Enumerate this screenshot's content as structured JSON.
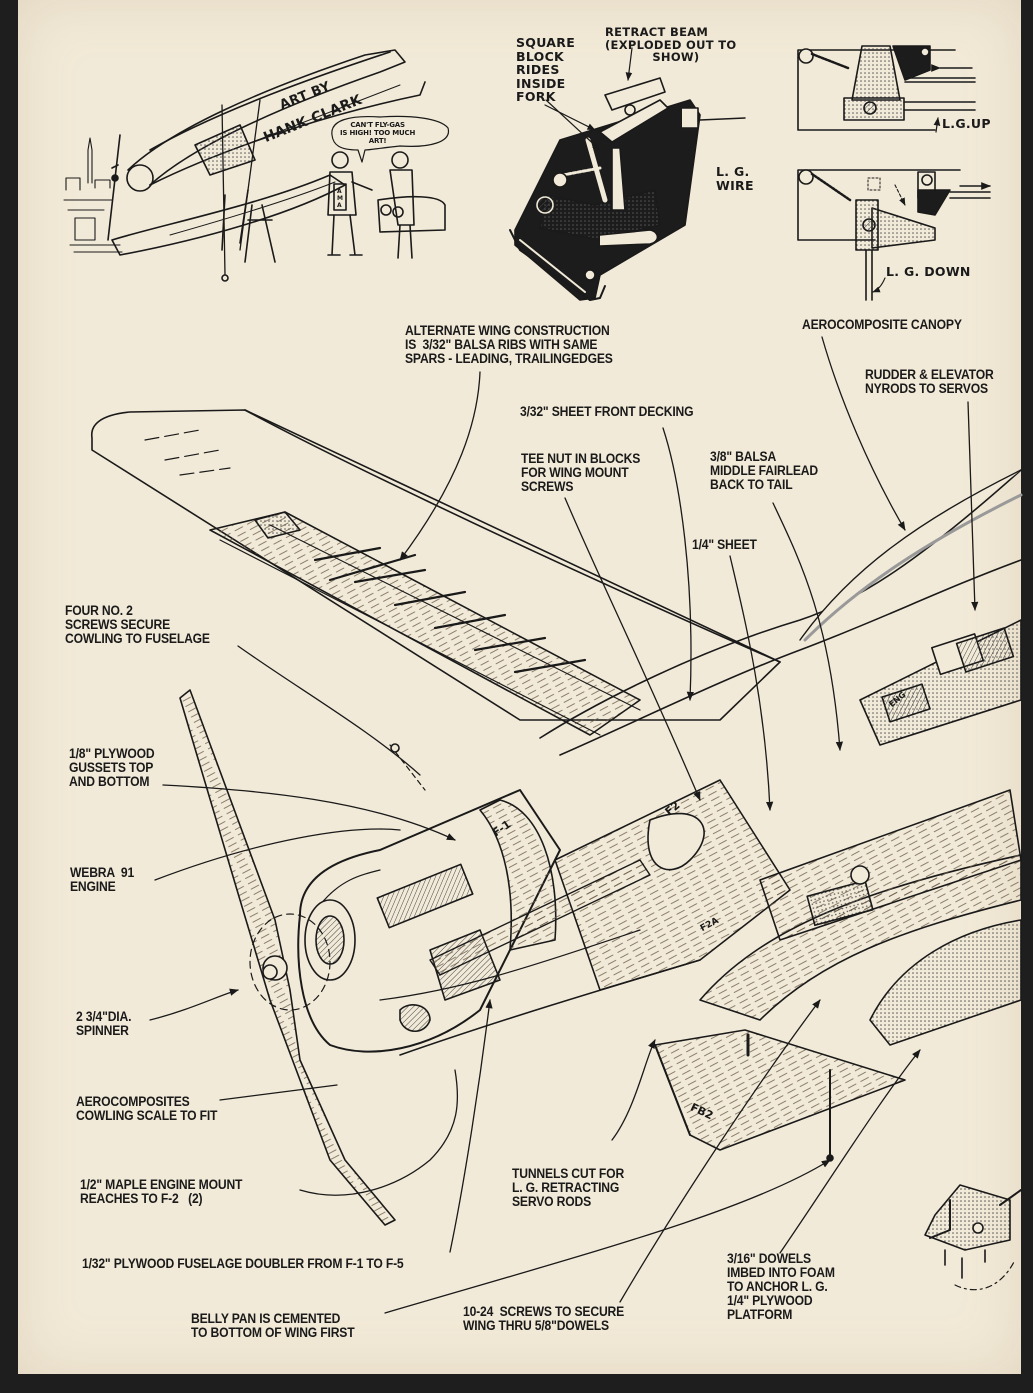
{
  "page": {
    "paper_color": "#f2ead8",
    "ink_color": "#1a1a1a",
    "border_color": "#1e1e1e"
  },
  "cartoon": {
    "signature": [
      "ART BY",
      "HANK CLARK"
    ],
    "speech_bubble": "CAN'T FLY-GAS\nIS HIGH! TOO MUCH\nART!",
    "sign_letters": "AMA"
  },
  "retract_detail": {
    "square_block": "SQUARE\nBLOCK\nRIDES\nINSIDE\nFORK",
    "retract_beam": "RETRACT BEAM\n(EXPLODED OUT TO\n           SHOW)",
    "lg_wire": "L. G.\nWIRE"
  },
  "gear_positions": {
    "up_label": "L.G.UP",
    "down_label": "L. G. DOWN"
  },
  "callouts": {
    "alternate_wing": "ALTERNATE WING CONSTRUCTION\nIS  3/32\" BALSA RIBS WITH SAME\nSPARS - LEADING, TRAILINGEDGES",
    "canopy": "AEROCOMPOSITE CANOPY",
    "nyrods": "RUDDER & ELEVATOR\nNYRODS TO SERVOS",
    "front_decking": "3/32\" SHEET FRONT DECKING",
    "tee_nut": "TEE NUT IN BLOCKS\nFOR WING MOUNT\nSCREWS",
    "fairlead": "3/8\" BALSA\nMIDDLE FAIRLEAD\nBACK TO TAIL",
    "quarter_sheet": "1/4\" SHEET",
    "cowling_screws": "FOUR NO. 2\nSCREWS SECURE\nCOWLING TO FUSELAGE",
    "gussets": "1/8\" PLYWOOD\nGUSSETS TOP\nAND BOTTOM",
    "engine": "WEBRA  91\nENGINE",
    "spinner": "2 3/4\"DIA.\nSPINNER",
    "cowling": "AEROCOMPOSITES\nCOWLING SCALE TO FIT",
    "engine_mount": "1/2\" MAPLE ENGINE MOUNT\nREACHES TO F-2   (2)",
    "tunnels": "TUNNELS CUT FOR\nL. G. RETRACTING\nSERVO RODS",
    "doubler": "1/32\" PLYWOOD FUSELAGE DOUBLER FROM F-1 TO F-5",
    "dowels": "3/16\" DOWELS\nIMBED INTO FOAM\nTO ANCHOR L. G.\n1/4\" PLYWOOD\nPLATFORM",
    "belly_pan": "BELLY PAN IS CEMENTED\nTO BOTTOM OF WING FIRST",
    "wing_screws": "10-24  SCREWS TO SECURE\nWING THRU 5/8\"DOWELS"
  },
  "part_markings": {
    "f1": "F-1",
    "f2": "F2",
    "f2a": "F2A",
    "fb2": "FB2",
    "eng": "ENG"
  }
}
